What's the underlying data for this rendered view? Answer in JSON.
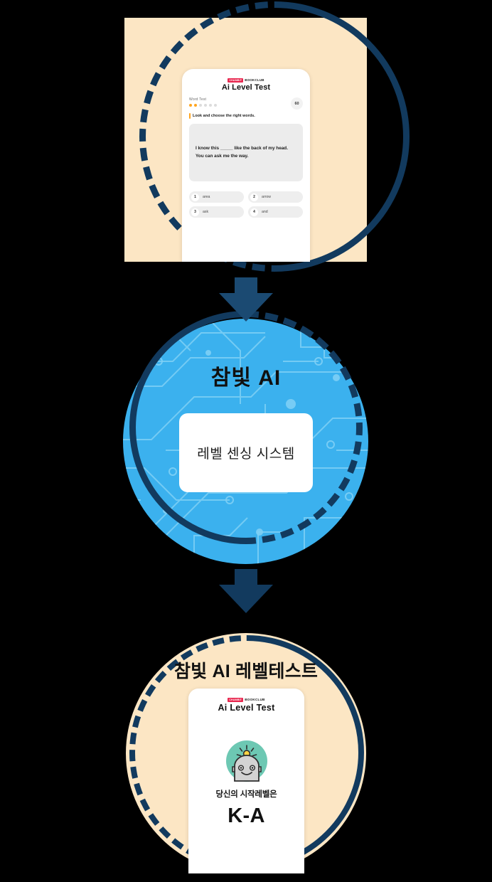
{
  "colors": {
    "page_background": "#000000",
    "cream": "#FCE6C4",
    "navy": "#123A5E",
    "blue": "#3BB1EE",
    "accent_orange": "#FFA51F",
    "brand_red": "#E8264E",
    "robot_teal": "#6DC8B3"
  },
  "step1": {
    "name": "ai-level-test-quiz-step",
    "phone": {
      "brand": {
        "chip": "CHAMBIT",
        "sub": "BOOKCLUB",
        "title": "Ai Level Test"
      },
      "meta": {
        "section_label": "Word Test",
        "progress_total": 6,
        "progress_done": 2,
        "score_badge": "60"
      },
      "instruction": "Look and choose the right words.",
      "question": "I know this _____ like the back of my head. You can ask me the way.",
      "options": [
        {
          "num": "1",
          "word": "area"
        },
        {
          "num": "2",
          "word": "arrow"
        },
        {
          "num": "3",
          "word": "ask"
        },
        {
          "num": "4",
          "word": "and"
        }
      ]
    }
  },
  "step2": {
    "name": "chambit-ai-engine-step",
    "title": "참빛 AI",
    "box_text": "레벨 센싱 시스템"
  },
  "step3": {
    "name": "ai-level-test-result-step",
    "title": "참빛 AI 레벨테스트",
    "phone": {
      "brand": {
        "chip": "CHAMBIT",
        "sub": "BOOKCLUB",
        "title": "Ai Level Test"
      },
      "robot_icon": "robot-head-idea-icon",
      "result_label": "당신의 시작레벨은",
      "result_level": "K-A"
    }
  },
  "flow": {
    "arrow_1": "down-arrow-icon",
    "arrow_2": "down-arrow-icon"
  }
}
